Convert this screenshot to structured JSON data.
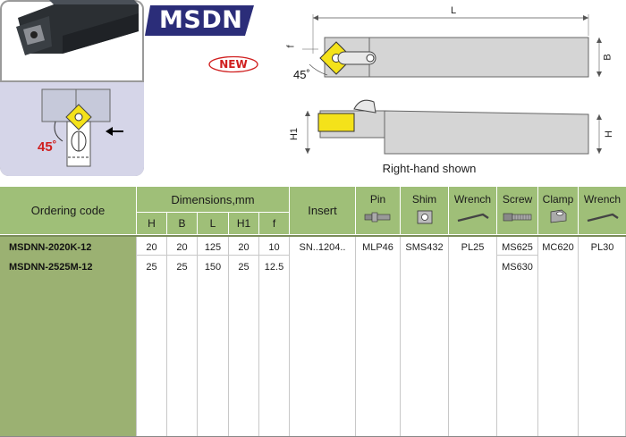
{
  "brand": {
    "model": "MSDN",
    "badge": "NEW",
    "colors": {
      "banner": "#2b2d79",
      "header_green": "#9fbf78",
      "code_column_green": "#9bb172",
      "insert_yellow": "#f4e21a",
      "angle_red": "#d01e1e"
    }
  },
  "product_image": {
    "angle_label": "45˚",
    "icon": "toolholder-photo"
  },
  "drawing": {
    "dim_L": "L",
    "dim_f": "f",
    "dim_B": "B",
    "dim_H1": "H1",
    "dim_H": "H",
    "angle": "45˚",
    "caption": "Right-hand shown"
  },
  "table": {
    "ordering_code_label": "Ordering code",
    "dimensions_label": "Dimensions,mm",
    "dim_columns": [
      "H",
      "B",
      "L",
      "H1",
      "f"
    ],
    "insert_label": "Insert",
    "parts": [
      {
        "label": "Pin",
        "icon": "pin-icon"
      },
      {
        "label": "Shim",
        "icon": "shim-icon"
      },
      {
        "label": "Wrench",
        "icon": "wrench-icon"
      },
      {
        "label": "Screw",
        "icon": "screw-icon"
      },
      {
        "label": "Clamp",
        "icon": "clamp-icon"
      },
      {
        "label": "Wrench",
        "icon": "wrench-icon"
      }
    ],
    "rows": [
      {
        "code": "MSDNN-2020K-12",
        "H": "20",
        "B": "20",
        "L": "125",
        "H1": "20",
        "f": "10"
      },
      {
        "code": "MSDNN-2525M-12",
        "H": "25",
        "B": "25",
        "L": "150",
        "H1": "25",
        "f": "12.5"
      }
    ],
    "insert": "SN..1204..",
    "pin": "MLP46",
    "shim": "SMS432",
    "wrench": "PL25",
    "screws": [
      "MS625",
      "MS630"
    ],
    "clamp": "MC620",
    "wrench2": "PL30"
  }
}
